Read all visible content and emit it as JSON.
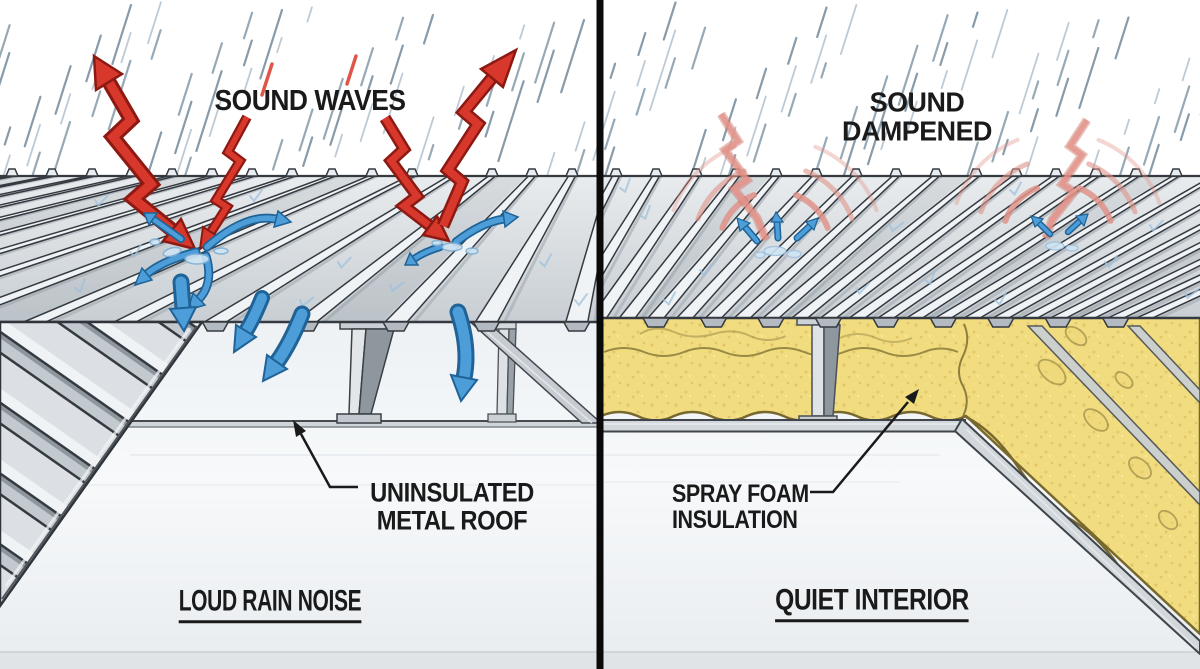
{
  "panels": {
    "left": {
      "top_label": "SOUND WAVES",
      "callout": "UNINSULATED\nMETAL ROOF",
      "bottom_label": "LOUD RAIN NOISE"
    },
    "right": {
      "top_label": "SOUND\nDAMPENED",
      "callout": "SPRAY FOAM\nINSULATION",
      "bottom_label": "QUIET INTERIOR"
    }
  },
  "colors": {
    "arrow_red": "#d8382c",
    "arrow_red_outline": "#8c1912",
    "dampened_red": "#df9288",
    "dampened_red_soft": "#e59289",
    "splash_blue": "#4d9ed8",
    "splash_blue_dark": "#1f6398",
    "splash_blue_light": "#cfe4f3",
    "foam_yellow": "#f1dc80",
    "foam_speckle": "#d2b456",
    "foam_outline": "#77682e",
    "metal_light": "#f0f3f5",
    "metal_base": "#dce0e4",
    "metal_shade": "#a7afb6",
    "metal_outline": "#343a40",
    "rain": "#8ba0af",
    "rain_light": "#b6c5d1",
    "rain_dark": "#7b91a1",
    "interior": "#f0f3f6",
    "text": "#1a1a1a",
    "divider": "#0a0a0a"
  }
}
